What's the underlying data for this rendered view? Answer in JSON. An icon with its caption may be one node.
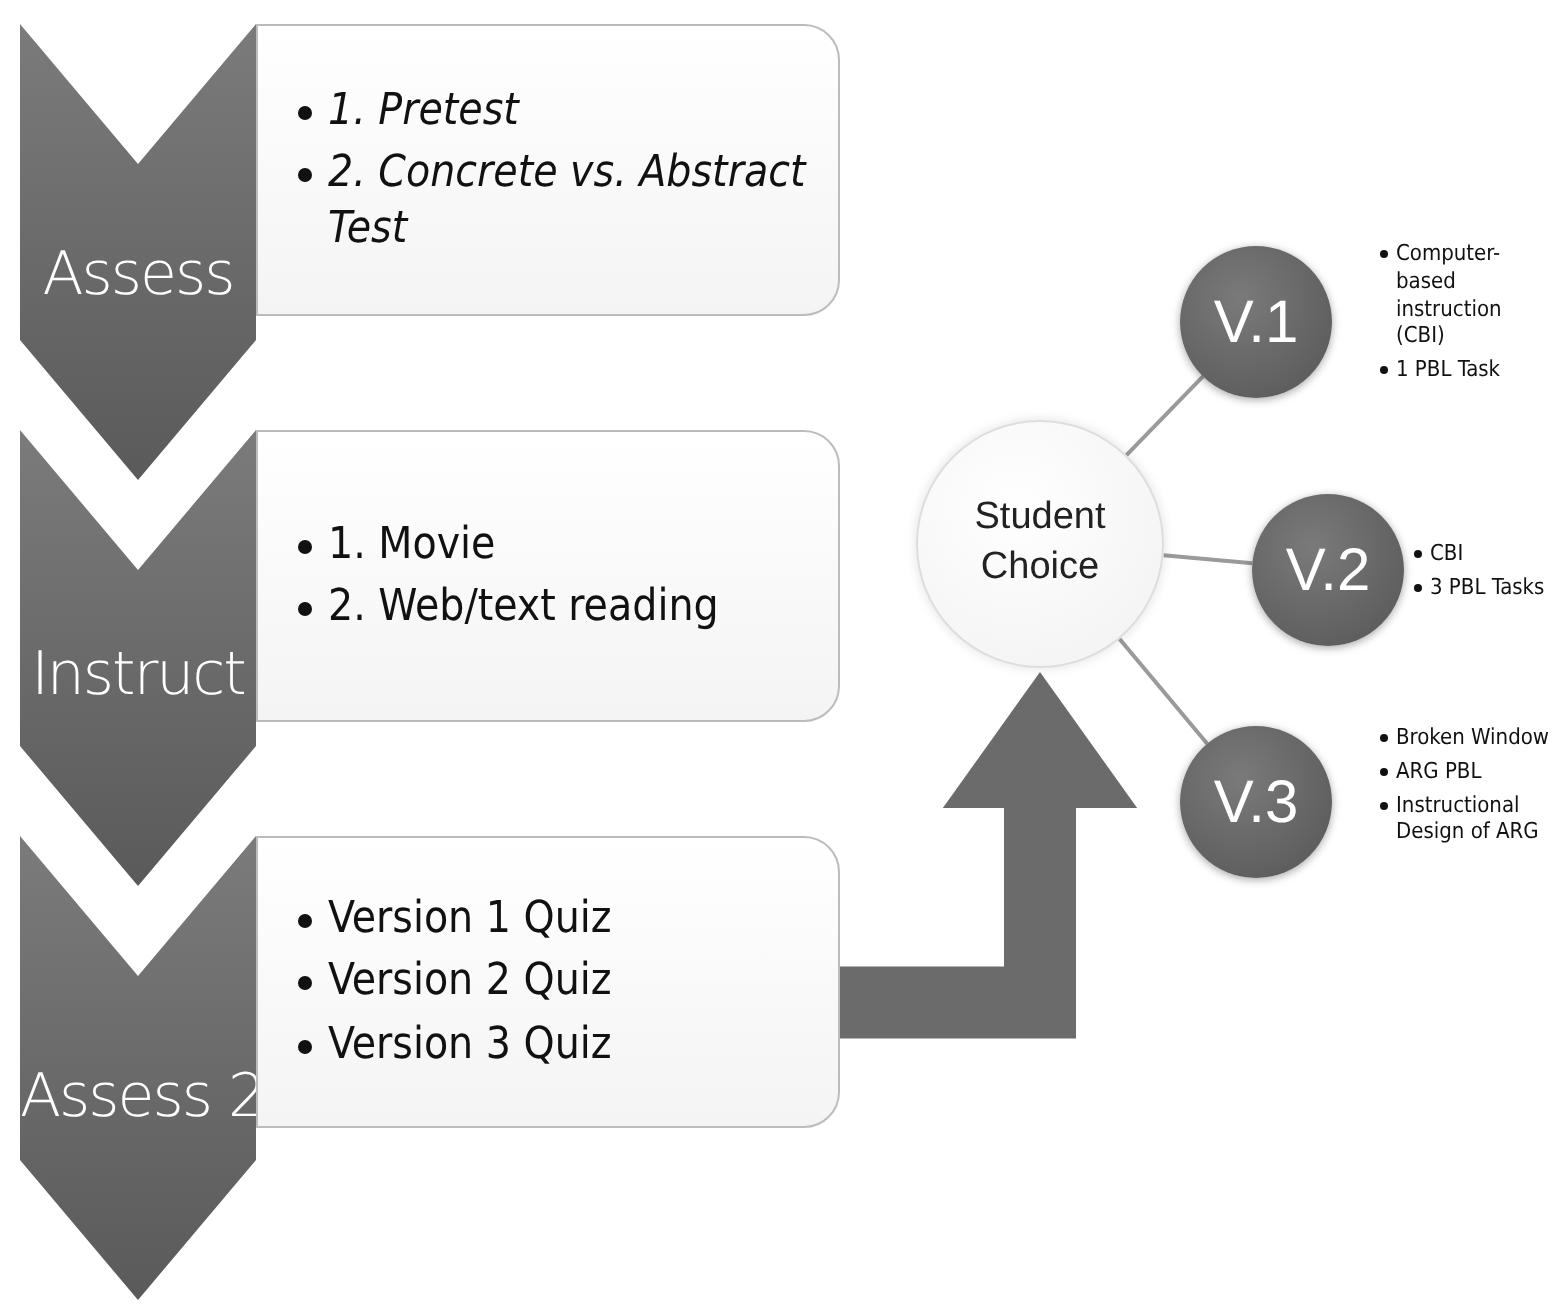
{
  "diagram": {
    "nodes": [
      {
        "text": [
          "Assess"
        ]
      },
      {
        "text": [
          "1. Pretest",
          "2. Concrete vs. Abstract Test"
        ]
      },
      {
        "text": [
          "Instruct"
        ]
      },
      {
        "text": [
          "1. Movie",
          "2. Web/text reading"
        ]
      },
      {
        "text": [
          "Assess 2"
        ]
      },
      {
        "text": [
          "Version 1 Quiz",
          "Version 2 Quiz",
          "Version 3 Quiz"
        ]
      },
      {
        "text": [
          "Student Choice"
        ]
      },
      {
        "text": [
          "V.1"
        ],
        "beside": [
          "Computer-based instruction (CBI)",
          "1 PBL Task"
        ]
      },
      {
        "text": [
          "V.2"
        ],
        "beside": [
          "CBI",
          "3 PBL Tasks"
        ]
      },
      {
        "text": [
          "V.3"
        ],
        "beside": [
          "Broken Window",
          "ARG PBL",
          "Instructional Design of ARG"
        ]
      }
    ],
    "edges": [
      {
        "from": 5,
        "to": 6,
        "arrow": "to",
        "style": "thick"
      },
      {
        "from": 6,
        "to": 7,
        "arrow": "none"
      },
      {
        "from": 6,
        "to": 8,
        "arrow": "none"
      },
      {
        "from": 6,
        "to": 9,
        "arrow": "none"
      }
    ]
  }
}
